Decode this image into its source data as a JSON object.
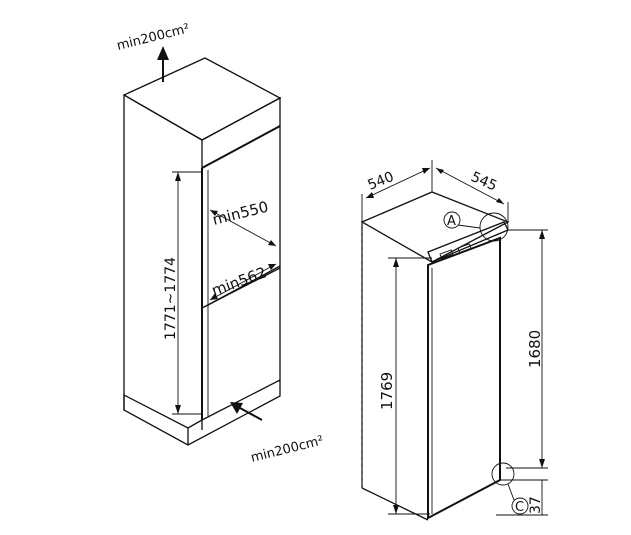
{
  "cabinet": {
    "vent_top": "min200cm²",
    "vent_bottom": "min200cm²",
    "niche_height": "1771~1774",
    "depth_upper": "min550",
    "depth_lower": "min562"
  },
  "appliance": {
    "width": "540",
    "depth": "545",
    "height_front": "1769",
    "height_side": "1680",
    "bottom_offset": "37",
    "marker_a": "A",
    "marker_c": "C"
  }
}
